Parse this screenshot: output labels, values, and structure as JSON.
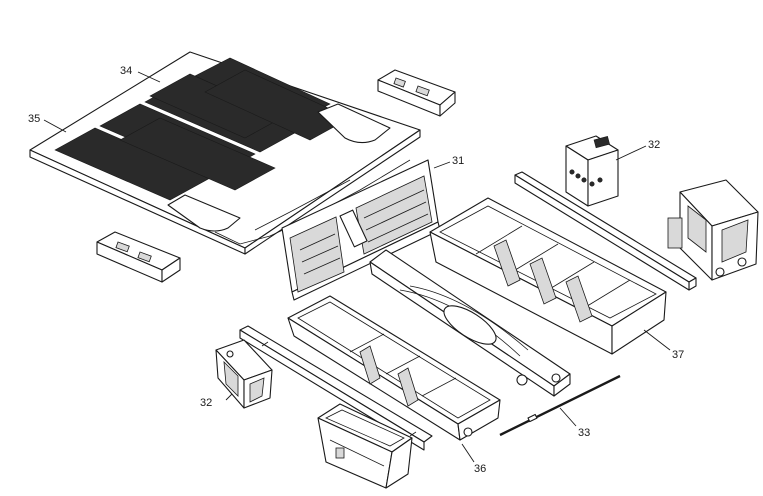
{
  "callouts": {
    "c31": "31",
    "c32_top": "32",
    "c32_left": "32",
    "c33": "33",
    "c34": "34",
    "c35": "35",
    "c36": "36",
    "c37": "37"
  },
  "colors": {
    "line": "#1a1a1a",
    "background": "#ffffff",
    "fill": "#2a2a2a"
  }
}
